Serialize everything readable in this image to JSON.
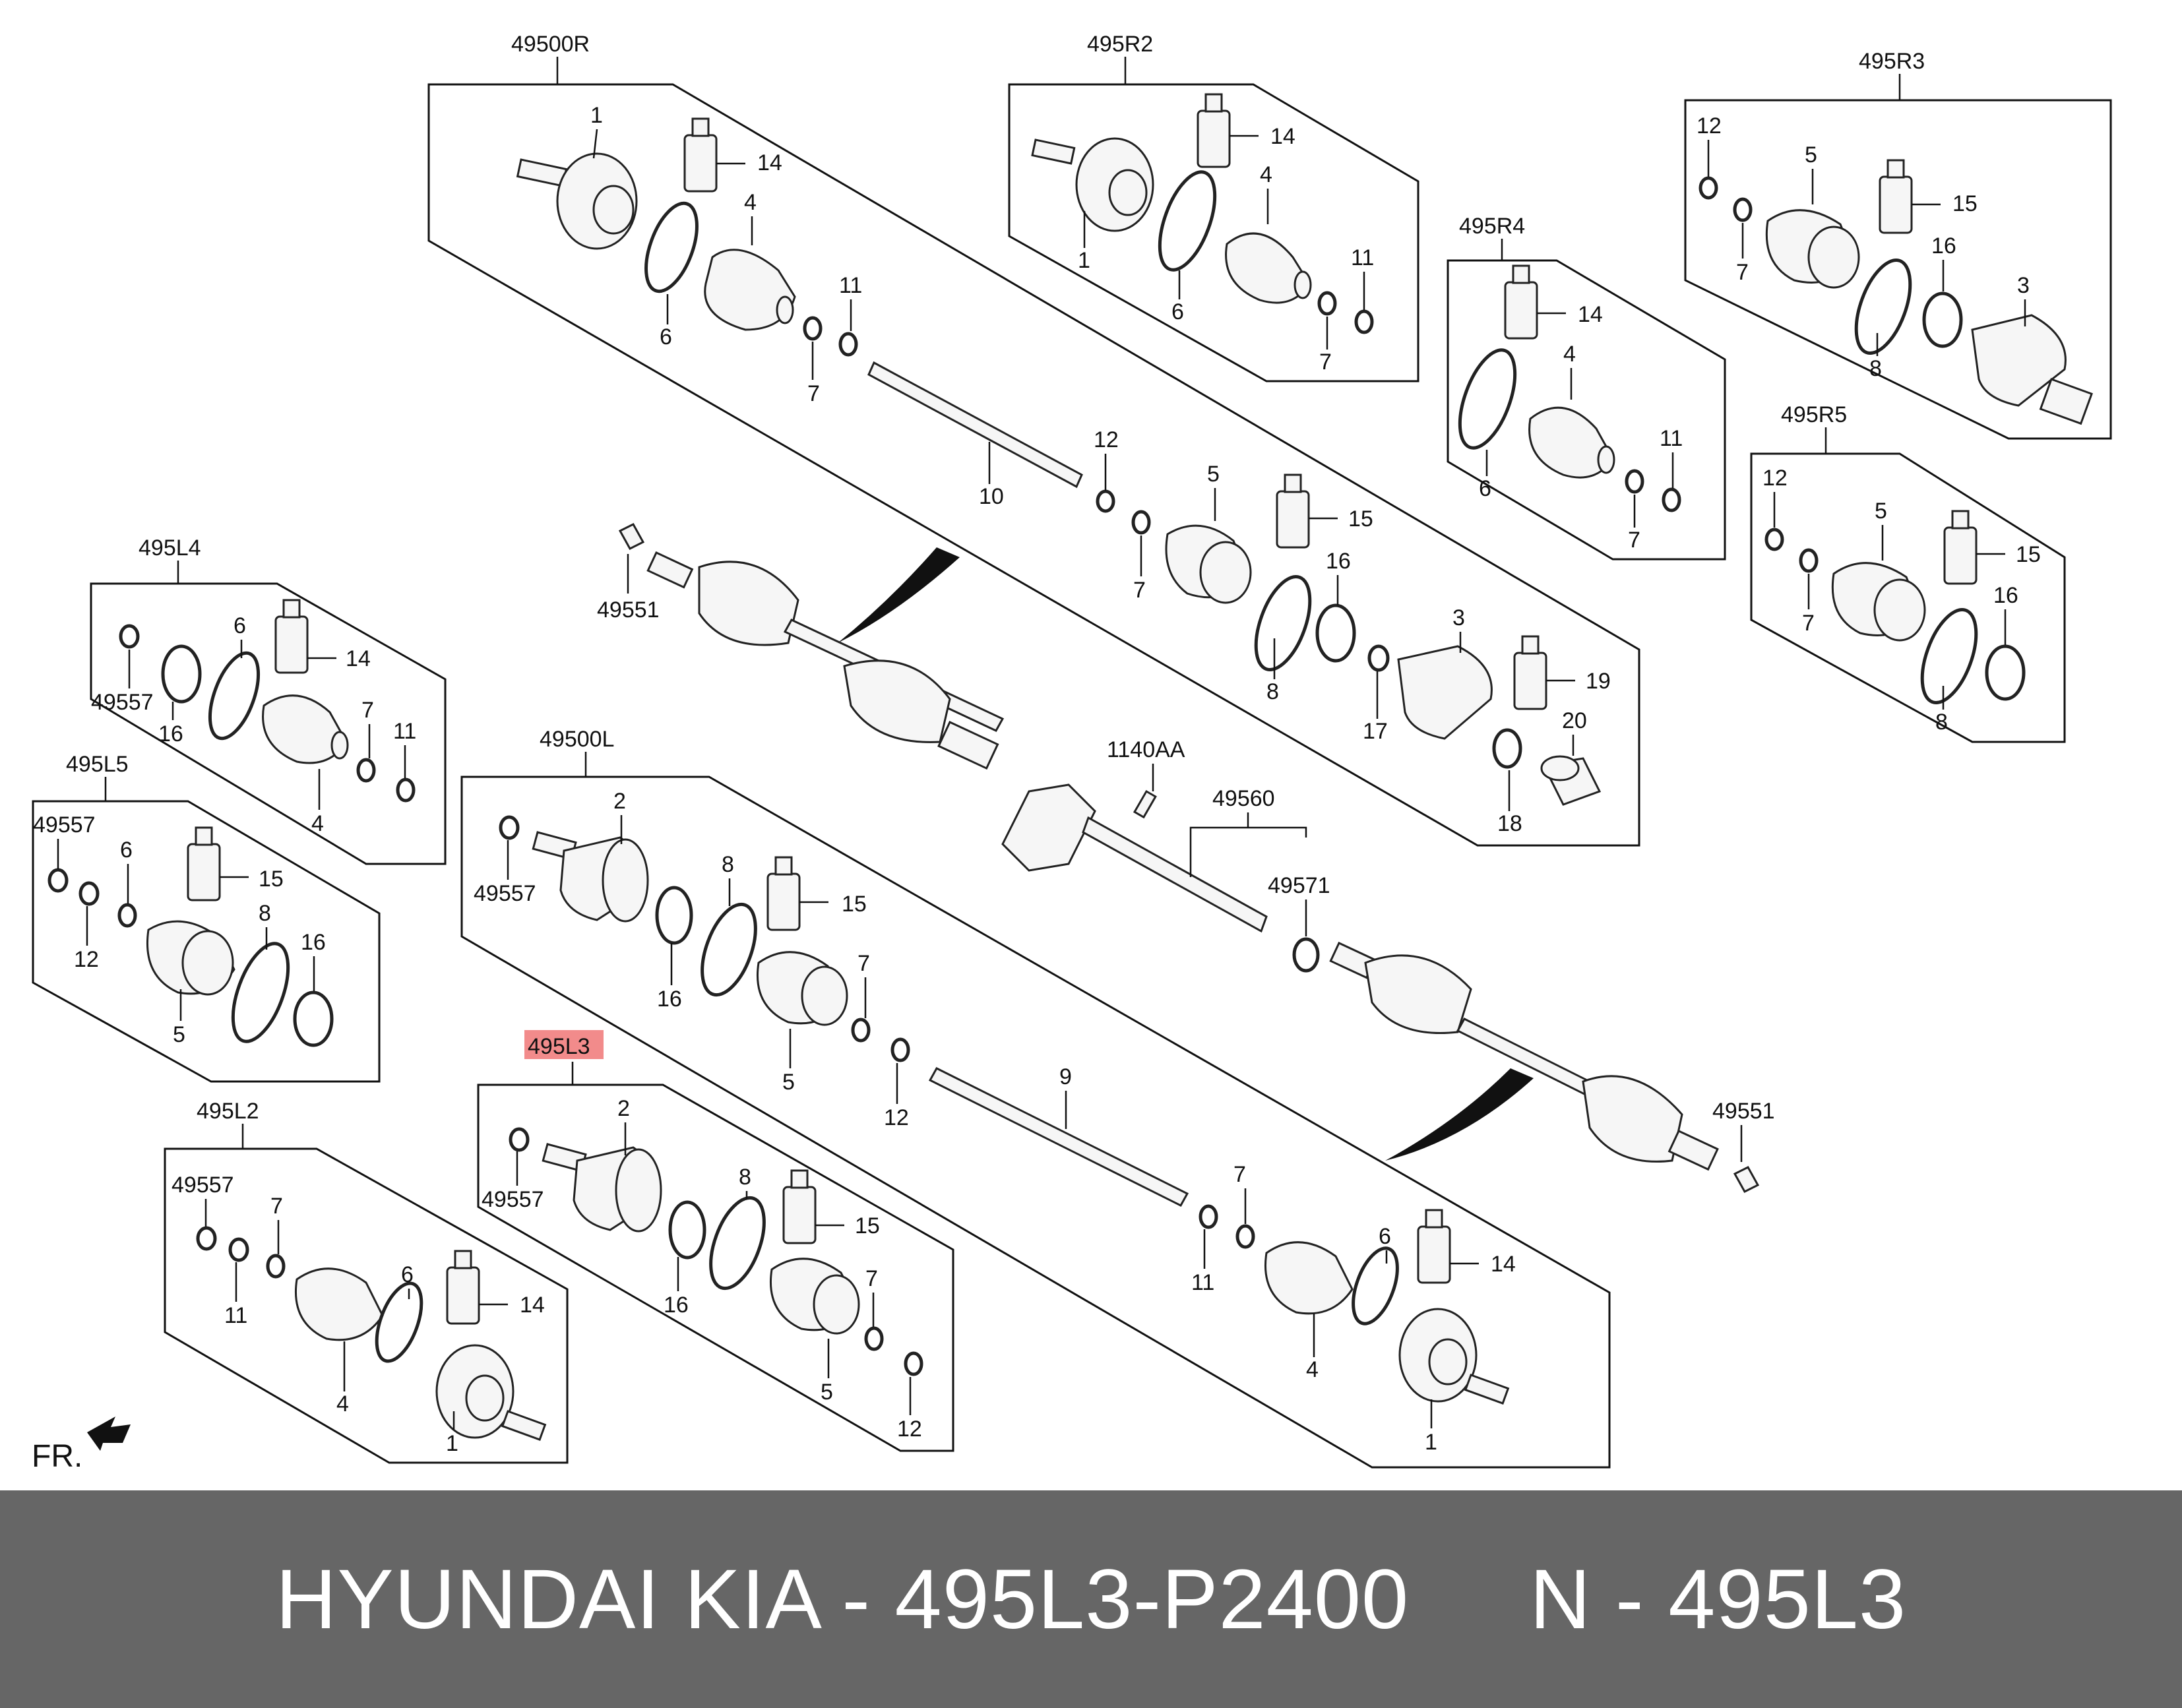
{
  "footer_text": "HYUNDAI KIA - 495L3-P2400     N - 495L3",
  "highlight_color": "#f28b8b",
  "footer_color": "#666666",
  "groups": {
    "g49500R": "49500R",
    "g495R2": "495R2",
    "g495R3": "495R3",
    "g495R4": "495R4",
    "g495R5": "495R5",
    "g495L4": "495L4",
    "g495L5": "495L5",
    "g49500L": "49500L",
    "g495L3": "495L3",
    "g495L2": "495L2",
    "g49560": "49560"
  },
  "callouts": {
    "c1140AA": "1140AA",
    "c49551a": "49551",
    "c49551b": "49551",
    "c49571": "49571",
    "c49557": "49557",
    "n1": "1",
    "n2": "2",
    "n3": "3",
    "n4": "4",
    "n5": "5",
    "n6": "6",
    "n7": "7",
    "n8": "8",
    "n9": "9",
    "n10": "10",
    "n11": "11",
    "n12": "12",
    "n14": "14",
    "n15": "15",
    "n16": "16",
    "n17": "17",
    "n18": "18",
    "n19": "19",
    "n20": "20"
  },
  "direction_label": "FR."
}
